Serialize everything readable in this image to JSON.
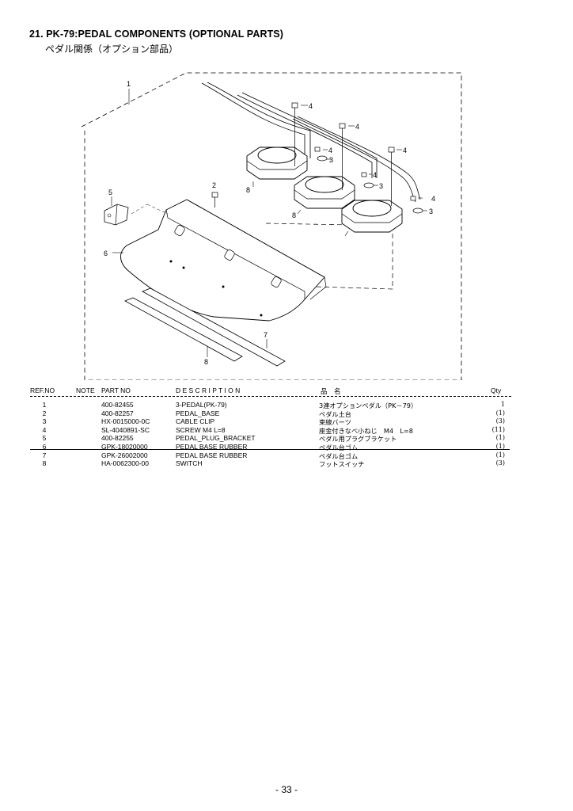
{
  "header": {
    "title": "21. PK-79:PEDAL COMPONENTS (OPTIONAL PARTS)",
    "subtitle": "ペダル関係（オプション部品）"
  },
  "diagram": {
    "callouts": [
      "1",
      "2",
      "3",
      "3",
      "3",
      "4",
      "4",
      "4",
      "4",
      "4",
      "4",
      "5",
      "6",
      "7",
      "8",
      "8",
      "8"
    ]
  },
  "table": {
    "headers": {
      "ref": "REF.NO",
      "note": "NOTE",
      "part": "PART NO",
      "desc": "D E S C R I P T I O N",
      "jp": "品　名",
      "qty": "Qty"
    },
    "rows": [
      {
        "ref": "1",
        "part": "400-82455",
        "desc": "3-PEDAL(PK-79)",
        "jp": "3連オプションペダル（PK－79）",
        "qty": "1"
      },
      {
        "ref": "2",
        "part": "400-82257",
        "desc": "PEDAL_BASE",
        "jp": "ペダル土台",
        "qty": "(1)"
      },
      {
        "ref": "3",
        "part": "HX-0015000-0C",
        "desc": "CABLE CLIP",
        "jp": "束線バーツ",
        "qty": "(3)"
      },
      {
        "ref": "4",
        "part": "SL-4040891-SC",
        "desc": "SCREW M4 L=8",
        "jp": "座金付きなべ小ねじ　M4　L=8",
        "qty": "(11)"
      },
      {
        "ref": "5",
        "part": "400-82255",
        "desc": "PEDAL_PLUG_BRACKET",
        "jp": "ペダル用プラグブラケット",
        "qty": "(1)"
      },
      {
        "ref": "6",
        "part": "GPK-18020000",
        "desc": "PEDAL BASE RUBBER",
        "jp": "ペダル台ゴム",
        "qty": "(1)"
      },
      {
        "ref": "7",
        "part": "GPK-26002000",
        "desc": "PEDAL BASE RUBBER",
        "jp": "ペダル台ゴム",
        "qty": "(1)"
      },
      {
        "ref": "8",
        "part": "HA-0062300-00",
        "desc": "SWITCH",
        "jp": "フットスイッチ",
        "qty": "(3)"
      }
    ]
  },
  "footer": {
    "page": "- 33 -"
  }
}
